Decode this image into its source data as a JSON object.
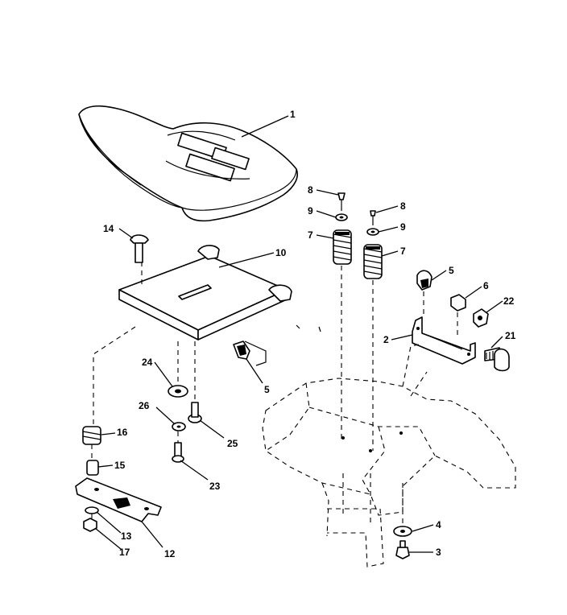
{
  "diagram": {
    "callouts": [
      {
        "id": "c1",
        "label": "1"
      },
      {
        "id": "c8a",
        "label": "8"
      },
      {
        "id": "c8b",
        "label": "8"
      },
      {
        "id": "c9a",
        "label": "9"
      },
      {
        "id": "c9b",
        "label": "9"
      },
      {
        "id": "c7a",
        "label": "7"
      },
      {
        "id": "c7b",
        "label": "7"
      },
      {
        "id": "c14",
        "label": "14"
      },
      {
        "id": "c10",
        "label": "10"
      },
      {
        "id": "c5a",
        "label": "5"
      },
      {
        "id": "c6",
        "label": "6"
      },
      {
        "id": "c22",
        "label": "22"
      },
      {
        "id": "c2",
        "label": "2"
      },
      {
        "id": "c21",
        "label": "21"
      },
      {
        "id": "c24",
        "label": "24"
      },
      {
        "id": "c5b",
        "label": "5"
      },
      {
        "id": "c26",
        "label": "26"
      },
      {
        "id": "c25",
        "label": "25"
      },
      {
        "id": "c16",
        "label": "16"
      },
      {
        "id": "c15",
        "label": "15"
      },
      {
        "id": "c23",
        "label": "23"
      },
      {
        "id": "c13",
        "label": "13"
      },
      {
        "id": "c17",
        "label": "17"
      },
      {
        "id": "c12",
        "label": "12"
      },
      {
        "id": "c4",
        "label": "4"
      },
      {
        "id": "c3",
        "label": "3"
      }
    ]
  }
}
